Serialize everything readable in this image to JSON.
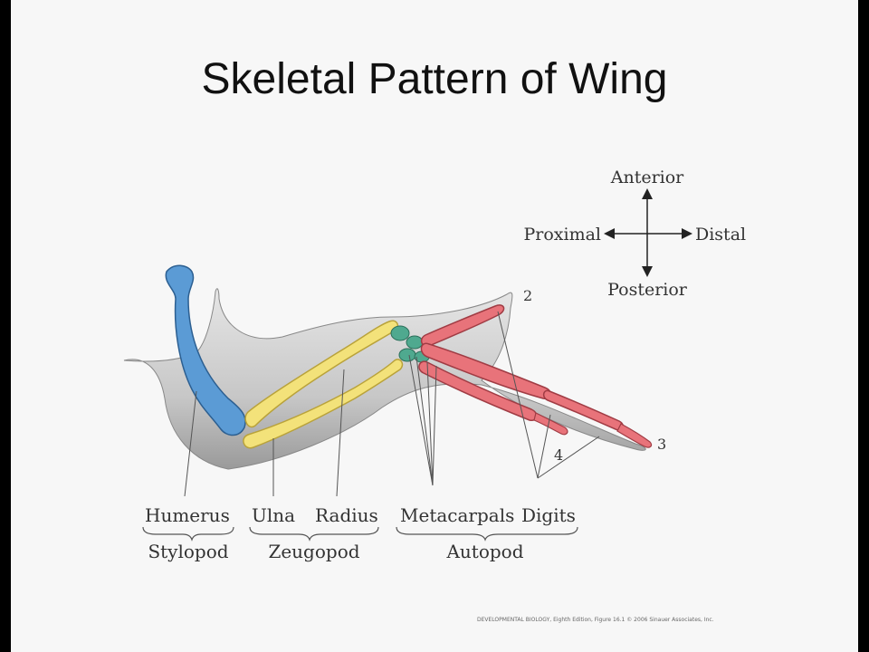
{
  "title": "Skeletal Pattern of Wing",
  "axes": {
    "anterior": "Anterior",
    "posterior": "Posterior",
    "proximal": "Proximal",
    "distal": "Distal"
  },
  "bones": {
    "humerus": "Humerus",
    "ulna": "Ulna",
    "radius": "Radius",
    "metacarpals": "Metacarpals",
    "digits": "Digits"
  },
  "regions": {
    "stylopod": "Stylopod",
    "zeugopod": "Zeugopod",
    "autopod": "Autopod"
  },
  "digit_numbers": {
    "d2": "2",
    "d3": "3",
    "d4": "4"
  },
  "credit": "DEVELOPMENTAL BIOLOGY, Eighth Edition, Figure 16.1 © 2006 Sinauer Associates, Inc.",
  "colors": {
    "humerus": "#5b9bd5",
    "ulna_radius": "#f3e27a",
    "carpals": "#4fa98f",
    "metacarpals_digits": "#e8737a",
    "tissue": "#c9c9c9"
  }
}
